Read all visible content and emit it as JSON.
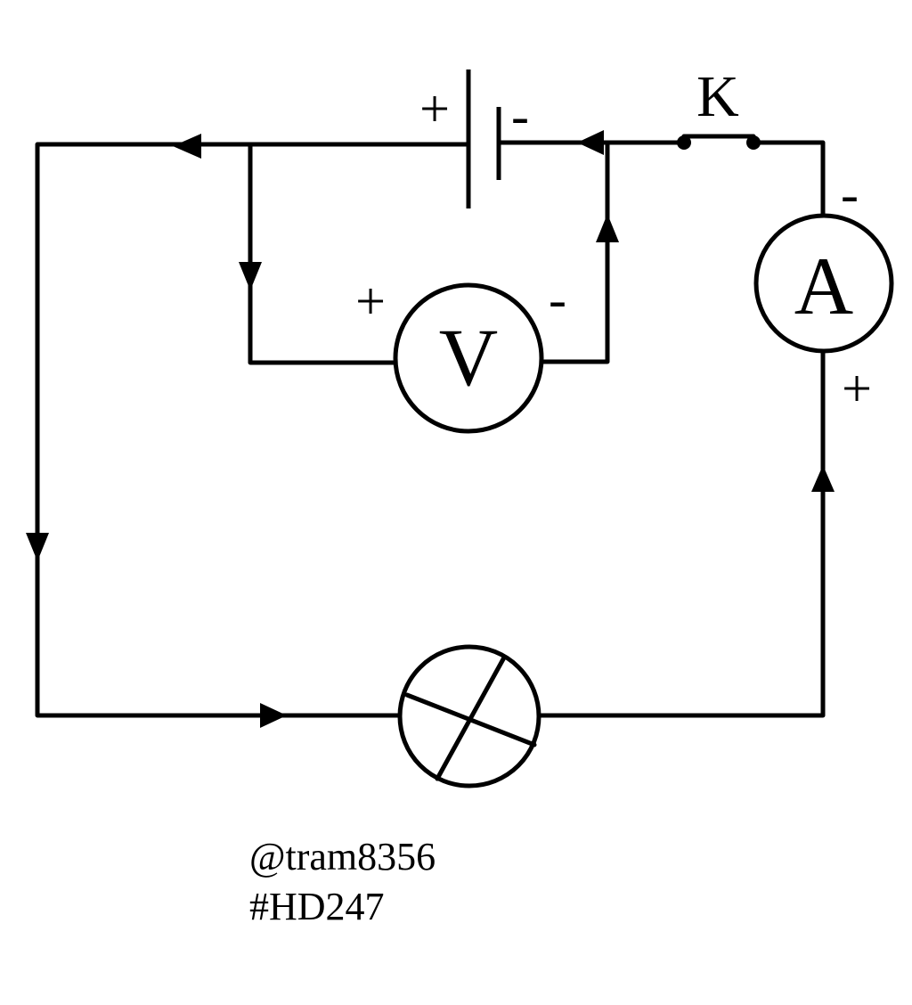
{
  "diagram": {
    "switch_label": "K",
    "ammeter_label": "A",
    "voltmeter_label": "V",
    "battery": {
      "positive": "+",
      "negative": "-"
    },
    "voltmeter": {
      "positive": "+",
      "negative": "-"
    },
    "ammeter": {
      "positive": "+",
      "negative": "-"
    }
  },
  "credits": {
    "handle": "@tram8356",
    "tag": "#HD247"
  },
  "colors": {
    "ink": "#000000",
    "background": "#ffffff"
  }
}
